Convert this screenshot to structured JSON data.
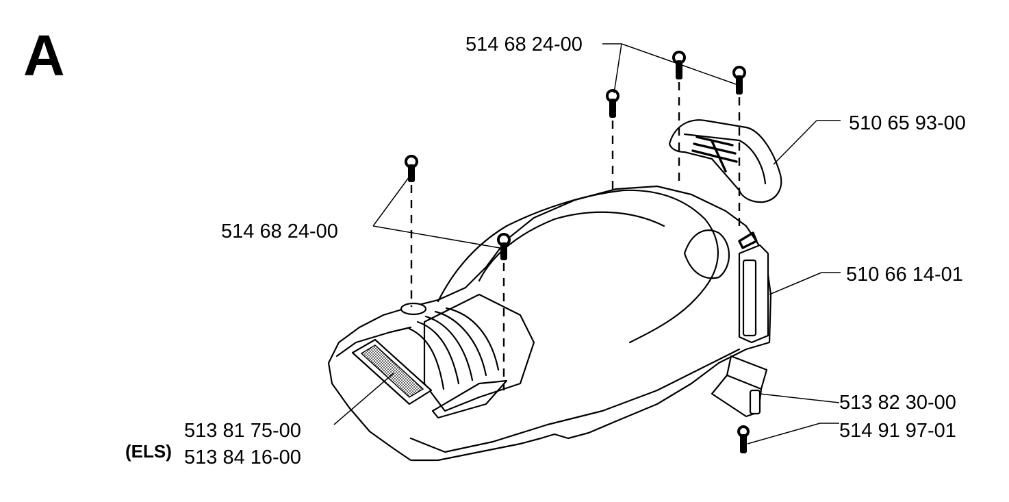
{
  "diagram": {
    "section_letter": "A",
    "labels": {
      "screw_top": "514 68 24-00",
      "screw_left": "514 68 24-00",
      "grip_cover": "510 65 93-00",
      "side_plate": "510 66 14-01",
      "bracket": "513 82 30-00",
      "bottom_screw": "514 91 97-01",
      "decal": "513 81 75-00",
      "decal_els_prefix": "(ELS)",
      "decal_els": "513 84 16-00"
    },
    "colors": {
      "ink": "#000000",
      "paper": "#ffffff"
    }
  }
}
